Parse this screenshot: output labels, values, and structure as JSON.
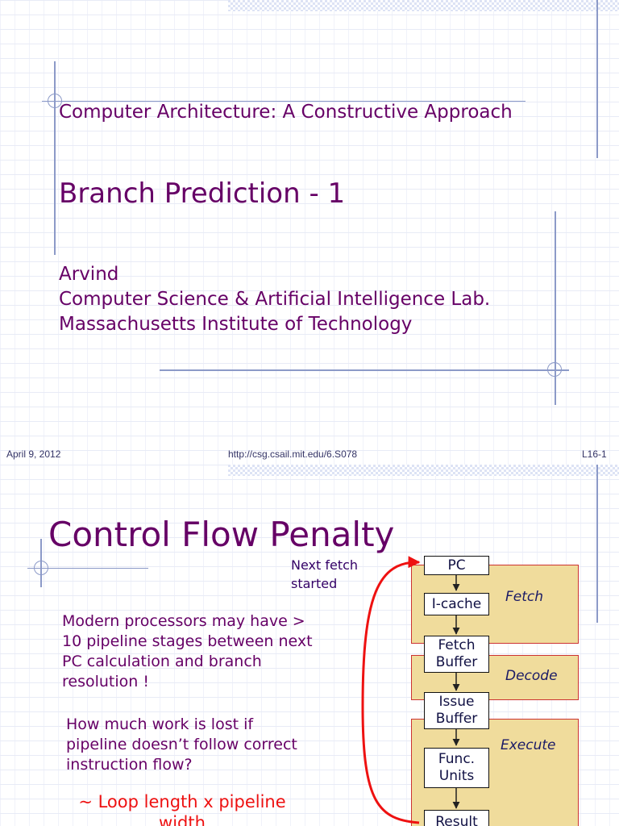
{
  "slide1": {
    "course_title": "Computer Architecture: A Constructive Approach",
    "lecture_title": "Branch Prediction - 1",
    "author": "Arvind",
    "lab": "Computer Science & Artificial Intelligence Lab.",
    "institute": "Massachusetts Institute of Technology",
    "footer": {
      "date": "April 9, 2012",
      "url": "http://csg.csail.mit.edu/6.S078",
      "slide_number": "L16-1"
    }
  },
  "slide2": {
    "title": "Control Flow Penalty",
    "paragraph1": "Modern processors may have > 10 pipeline stages between next PC calculation and branch resolution !",
    "paragraph2": "How much work is lost if pipeline doesn’t follow correct instruction flow?",
    "answer": "~ Loop length x pipeline width",
    "next_fetch_label": [
      "Next fetch",
      "started"
    ],
    "pipeline": {
      "stages": [
        "Fetch",
        "Decode",
        "Execute"
      ],
      "boxes": [
        "PC",
        "I-cache",
        "Fetch Buffer",
        "Issue Buffer",
        "Func. Units",
        "Result"
      ]
    },
    "colors": {
      "title": "#660066",
      "answer": "#ee1111",
      "stage_fill": "#f0dc9c",
      "arrow": "#ee1111"
    }
  }
}
